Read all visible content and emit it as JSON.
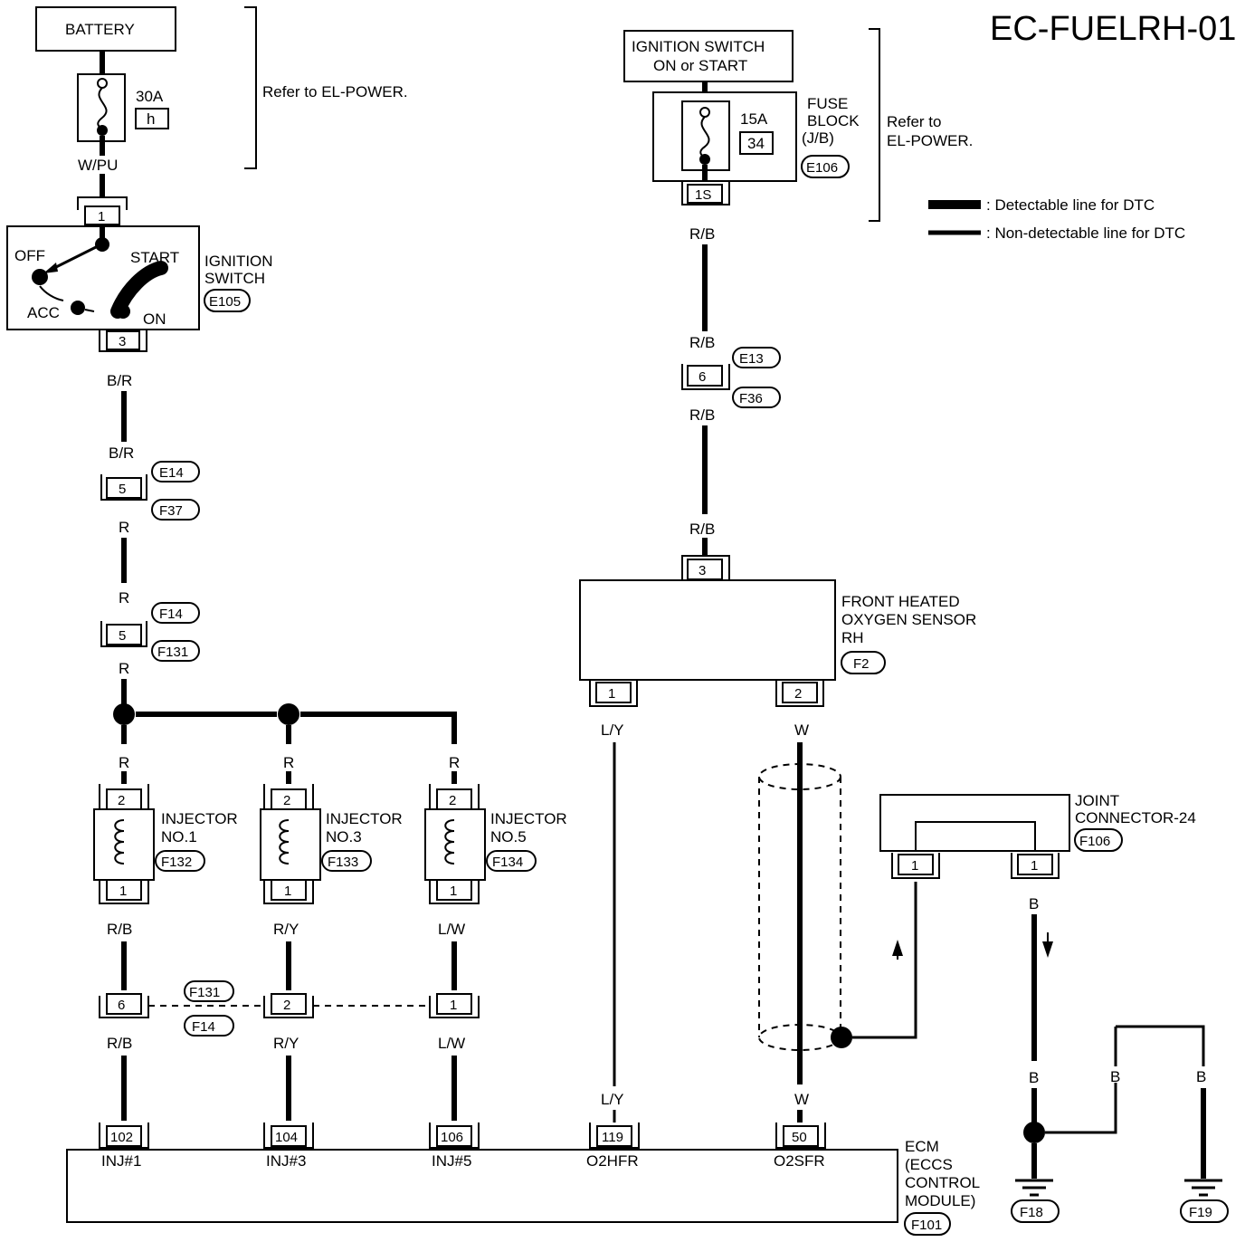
{
  "title": "EC-FUELRH-01",
  "battery": {
    "label": "BATTERY",
    "fuse_rating": "30A",
    "fuse_id": "h",
    "wire": "W/PU"
  },
  "refer_power_1": "Refer to EL-POWER.",
  "ignition_switch": {
    "label_line1": "IGNITION",
    "label_line2": "SWITCH",
    "connector": "E105",
    "pos_off": "OFF",
    "pos_start": "START",
    "pos_acc": "ACC",
    "pos_on": "ON",
    "pin_in": "1",
    "pin_out": "3"
  },
  "ign_supply": {
    "line1": "IGNITION SWITCH",
    "line2": "ON or START"
  },
  "fuse_block": {
    "line1": "FUSE",
    "line2": "BLOCK",
    "line3": "(J/B)",
    "rating": "15A",
    "fuse_no": "34",
    "connector": "E106",
    "pin": "1S"
  },
  "refer_power_2": {
    "line1": "Refer to",
    "line2": "EL-POWER."
  },
  "legend": {
    "detectable": ": Detectable line for DTC",
    "non_detectable": ": Non-detectable line for DTC"
  },
  "left_chain": {
    "w1": "B/R",
    "w2": "B/R",
    "pin_a": "5",
    "conn_a_top": "E14",
    "conn_a_bot": "F37",
    "w3": "R",
    "w4": "R",
    "pin_b": "5",
    "conn_b_top": "F14",
    "conn_b_bot": "F131",
    "w5": "R"
  },
  "right_chain": {
    "w1": "R/B",
    "w2": "R/B",
    "pin": "6",
    "conn_top": "E13",
    "conn_bot": "F36",
    "w3": "R/B",
    "w4": "R/B"
  },
  "o2_sensor": {
    "line1": "FRONT HEATED",
    "line2": "OXYGEN SENSOR",
    "line3": "RH",
    "connector": "F2",
    "pin_top": "3",
    "pin_left": "1",
    "pin_right": "2",
    "wire_left": "L/Y",
    "wire_right": "W"
  },
  "injectors": [
    {
      "name": "INJECTOR",
      "no": "NO.1",
      "conn": "F132",
      "pin_top": "2",
      "pin_bot": "1",
      "wire_in": "R",
      "wire_out": "R/B",
      "jpin": "6",
      "wire_after": "R/B",
      "ecm_pin": "102",
      "ecm_label": "INJ#1"
    },
    {
      "name": "INJECTOR",
      "no": "NO.3",
      "conn": "F133",
      "pin_top": "2",
      "pin_bot": "1",
      "wire_in": "R",
      "wire_out": "R/Y",
      "jpin": "2",
      "wire_after": "R/Y",
      "ecm_pin": "104",
      "ecm_label": "INJ#3"
    },
    {
      "name": "INJECTOR",
      "no": "NO.5",
      "conn": "F134",
      "pin_top": "2",
      "pin_bot": "1",
      "wire_in": "R",
      "wire_out": "L/W",
      "jpin": "1",
      "wire_after": "L/W",
      "ecm_pin": "106",
      "ecm_label": "INJ#5"
    }
  ],
  "inj_joint": {
    "conn_top": "F131",
    "conn_bot": "F14"
  },
  "o2_ecm": [
    {
      "wire": "L/Y",
      "ecm_pin": "119",
      "ecm_label": "O2HFR"
    },
    {
      "wire": "W",
      "ecm_pin": "50",
      "ecm_label": "O2SFR"
    }
  ],
  "joint_connector": {
    "line1": "JOINT",
    "line2": "CONNECTOR-24",
    "connector": "F106",
    "pin_left": "1",
    "pin_right": "1",
    "wire": "B"
  },
  "ground": {
    "w1": "B",
    "w2": "B",
    "w3": "B",
    "g1": "F18",
    "g2": "F19"
  },
  "ecm": {
    "line1": "ECM",
    "line2": "(ECCS",
    "line3": "CONTROL",
    "line4": "MODULE)",
    "connector": "F101"
  }
}
